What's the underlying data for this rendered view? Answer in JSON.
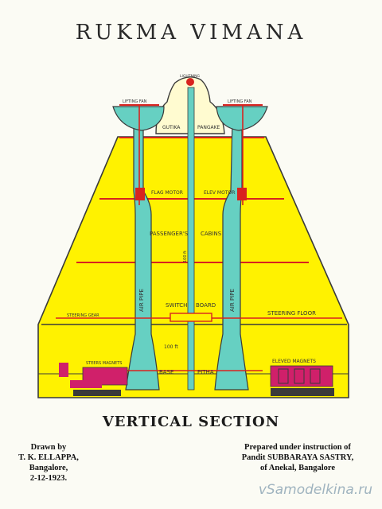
{
  "title": "RUKMA VIMANA",
  "subtitle": "VERTICAL SECTION",
  "diagram": {
    "labels": {
      "lifting_fan_left": "LIFTING FAN",
      "lifting_fan_right": "LIFTING FAN",
      "top": "LIGHTNING",
      "gutika": "GUTIKA",
      "pangake": "PANGAKE",
      "flag_motor": "FLAG MOTOR",
      "elev_motor": "ELEV MOTOR",
      "passengers": "PASSENGER'S",
      "cabins": "CABINS",
      "air_pipe_left": "AIR PIPE",
      "air_pipe_right": "AIR PIPE",
      "switch": "SWITCH",
      "board": "BOARD",
      "steering_floor": "STEERING FLOOR",
      "steering_gear": "STEERING GEAR",
      "elevated_magnets": "ELEVED MAGNETS",
      "steering_magnets": "STEERS MAGNETS",
      "base": "BASE",
      "pitha": "PITHA",
      "height": "100 ft",
      "width": "100 ft"
    }
  },
  "credits": {
    "left": [
      "Drawn by",
      "T. K. ELLAPPA,",
      "Bangalore,",
      "2-12-1923."
    ],
    "right": [
      "Prepared under instruction of",
      "Pandit SUBBARAYA SASTRY,",
      "of Anekal, Bangalore"
    ]
  },
  "watermark": "vSamodelkina.ru",
  "colors": {
    "yellow": "#fff200",
    "cyan": "#66d0c2",
    "red": "#d8231f",
    "magenta": "#d0206a",
    "outline": "#3a3a3a"
  }
}
